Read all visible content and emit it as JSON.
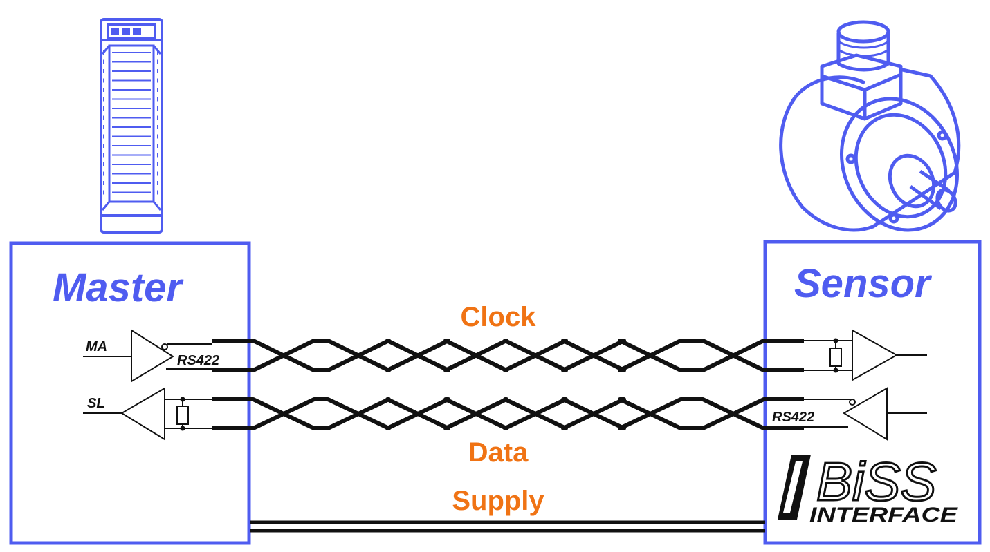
{
  "colors": {
    "accent_blue": "#4f5cf0",
    "signal_orange": "#f07314",
    "wire_black": "#111111"
  },
  "master": {
    "title": "Master"
  },
  "sensor": {
    "title": "Sensor"
  },
  "signals": {
    "clock": "Clock",
    "data": "Data",
    "supply": "Supply"
  },
  "io_labels": {
    "ma": "MA",
    "sl": "SL",
    "rs422_master": "RS422",
    "rs422_sensor": "RS422"
  },
  "logo": {
    "word": "BiSS",
    "sub": "INTERFACE"
  },
  "icons": {
    "plc": "plc-module-icon",
    "encoder": "rotary-encoder-icon"
  }
}
